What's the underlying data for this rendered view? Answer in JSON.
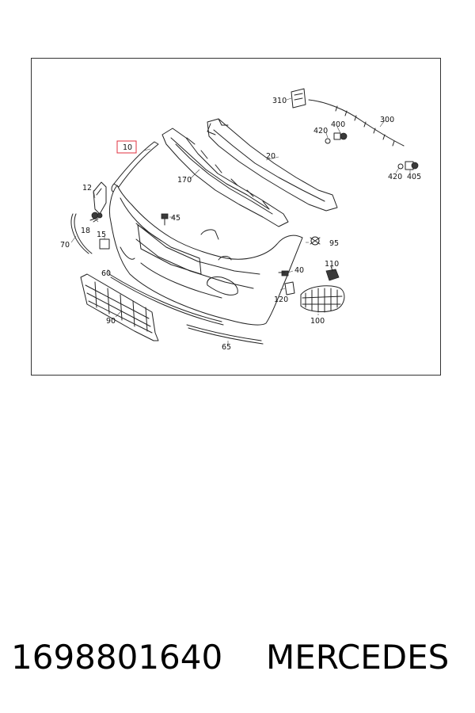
{
  "diagram": {
    "callouts": {
      "c10": "10",
      "c12": "12",
      "c15": "15",
      "c18": "18",
      "c20": "20",
      "c40": "40",
      "c45": "45",
      "c60": "60",
      "c65": "65",
      "c70": "70",
      "c90": "90",
      "c95": "95",
      "c100": "100",
      "c110": "110",
      "c120": "120",
      "c170": "170",
      "c300": "300",
      "c310": "310",
      "c400": "400",
      "c420a": "420",
      "c420b": "420",
      "c405": "405"
    },
    "highlighted_callout": "10",
    "highlight_color": "#e0313f"
  },
  "caption": {
    "part_number": "1698801640",
    "brand": "MERCEDES"
  }
}
